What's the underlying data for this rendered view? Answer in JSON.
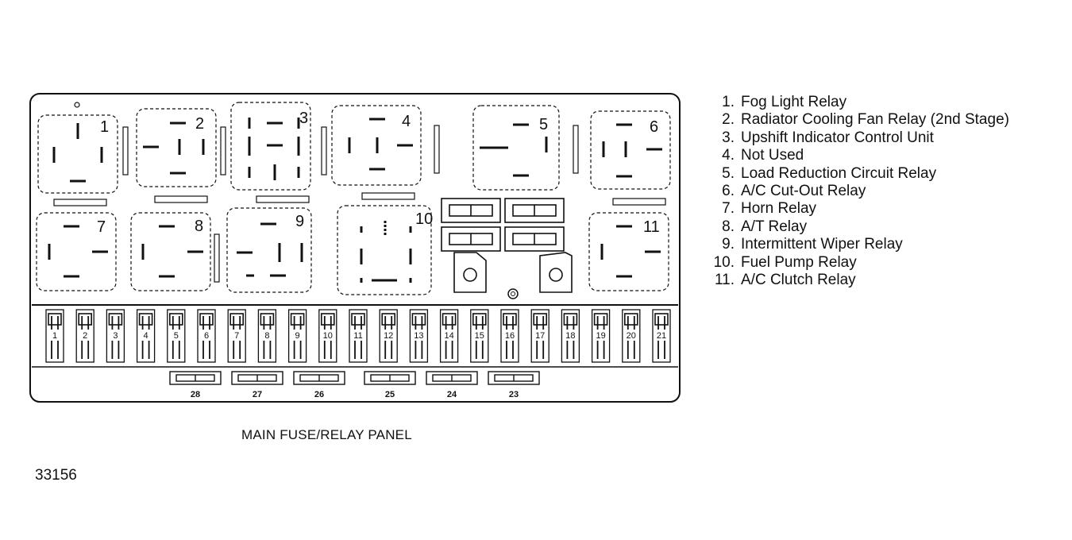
{
  "relays": [
    {
      "id": "1"
    },
    {
      "id": "2"
    },
    {
      "id": "3"
    },
    {
      "id": "4"
    },
    {
      "id": "5"
    },
    {
      "id": "6"
    },
    {
      "id": "7"
    },
    {
      "id": "8"
    },
    {
      "id": "9"
    },
    {
      "id": "10"
    },
    {
      "id": "11"
    }
  ],
  "fuses_top_row": [
    "1",
    "2",
    "3",
    "4",
    "5",
    "6",
    "7",
    "8",
    "9",
    "10",
    "11",
    "12",
    "13",
    "14",
    "15",
    "16",
    "17",
    "18",
    "19",
    "20",
    "21"
  ],
  "fuses_bottom_row": [
    "28",
    "27",
    "26",
    "25",
    "24",
    "23"
  ],
  "legend": [
    {
      "num": "1.",
      "label": "Fog Light Relay"
    },
    {
      "num": "2.",
      "label": "Radiator Cooling Fan Relay (2nd Stage)"
    },
    {
      "num": "3.",
      "label": "Upshift Indicator Control Unit"
    },
    {
      "num": "4.",
      "label": "Not Used"
    },
    {
      "num": "5.",
      "label": "Load Reduction Circuit Relay"
    },
    {
      "num": "6.",
      "label": "A/C Cut-Out Relay"
    },
    {
      "num": "7.",
      "label": "Horn Relay"
    },
    {
      "num": "8.",
      "label": "A/T Relay"
    },
    {
      "num": "9.",
      "label": "Intermittent Wiper Relay"
    },
    {
      "num": "10.",
      "label": "Fuel Pump Relay"
    },
    {
      "num": "11.",
      "label": "A/C Clutch Relay"
    }
  ],
  "caption": "MAIN FUSE/RELAY PANEL",
  "figure_id": "33156"
}
